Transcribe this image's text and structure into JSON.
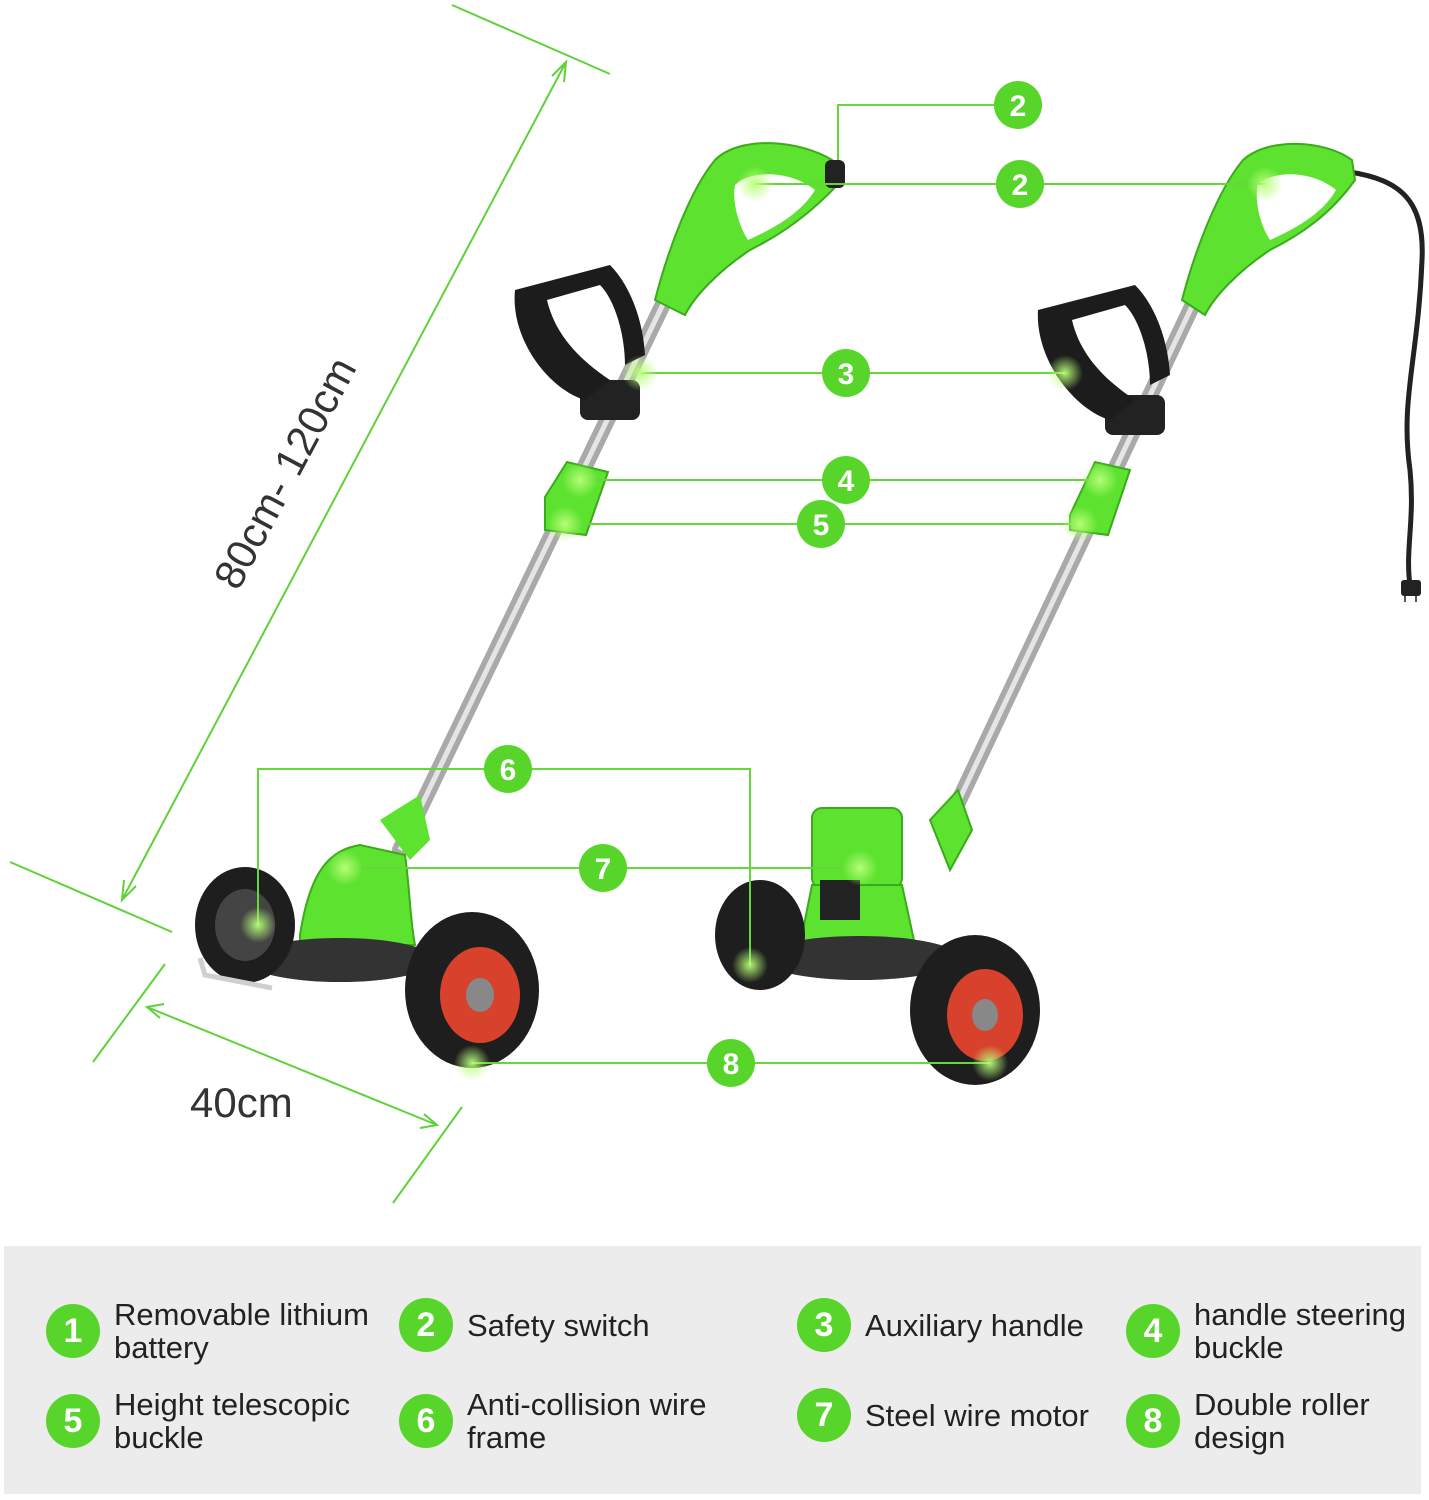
{
  "dimensions": {
    "height": "80cm- 120cm",
    "width": "40cm"
  },
  "callouts": [
    "2",
    "2",
    "3",
    "4",
    "5",
    "6",
    "7",
    "8"
  ],
  "legend": [
    {
      "number": "1",
      "label": "Removable lithium battery"
    },
    {
      "number": "2",
      "label": "Safety switch"
    },
    {
      "number": "3",
      "label": "Auxiliary handle"
    },
    {
      "number": "4",
      "label": "handle steering buckle"
    },
    {
      "number": "5",
      "label": "Height telescopic buckle"
    },
    {
      "number": "6",
      "label": "Anti-collision wire frame"
    },
    {
      "number": "7",
      "label": "Steel wire motor"
    },
    {
      "number": "8",
      "label": "Double roller design"
    }
  ],
  "colors": {
    "accent": "#58d52a",
    "body": "#5ce22f",
    "legend_bg": "#ececec"
  },
  "icons": [
    "string-trimmer-illustration",
    "power-cord-illustration"
  ]
}
